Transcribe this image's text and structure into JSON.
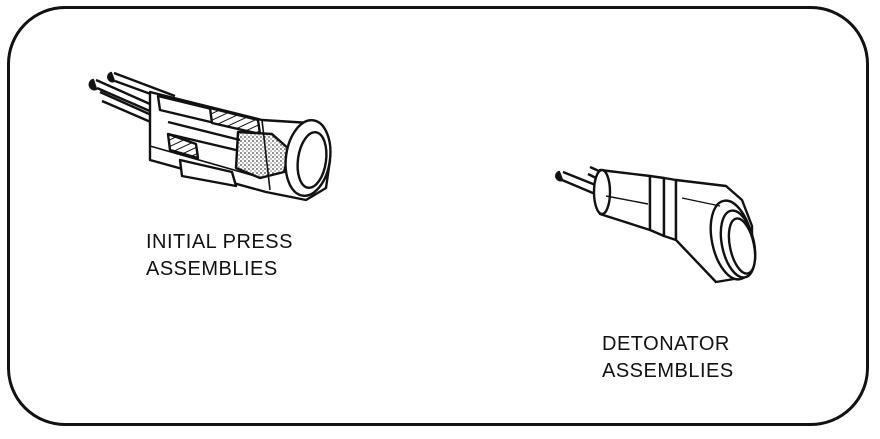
{
  "items": [
    {
      "id": "initial-press",
      "label_lines": [
        "INITIAL PRESS",
        "ASSEMBLIES"
      ]
    },
    {
      "id": "detonator",
      "label_lines": [
        "DETONATOR",
        "ASSEMBLIES"
      ]
    }
  ],
  "colors": {
    "line": "#111111",
    "background": "#ffffff",
    "stipple": "#555555"
  },
  "icons": [
    "initial-press-assembly-icon",
    "detonator-assembly-icon"
  ]
}
